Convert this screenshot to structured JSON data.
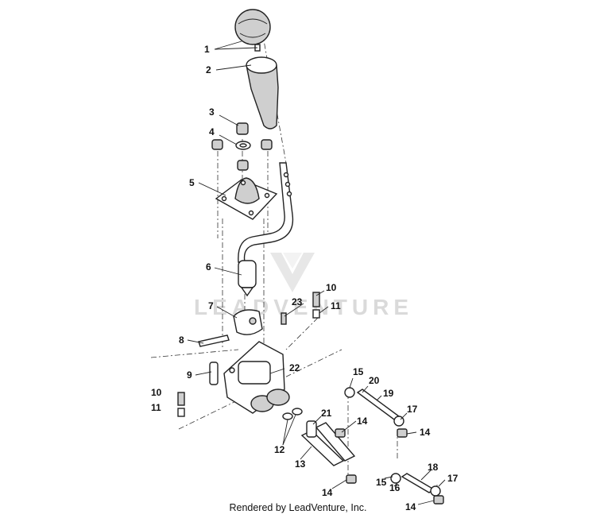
{
  "watermark": {
    "text": "LEADVENTURE"
  },
  "footer": {
    "text": "Rendered by LeadVenture, Inc."
  },
  "callouts": {
    "c1": "1",
    "c2": "2",
    "c3": "3",
    "c4": "4",
    "c5": "5",
    "c6": "6",
    "c7": "7",
    "c8": "8",
    "c9": "9",
    "c10a": "10",
    "c10b": "10",
    "c11a": "11",
    "c11b": "11",
    "c12": "12",
    "c13": "13",
    "c14a": "14",
    "c14b": "14",
    "c14c": "14",
    "c14d": "14",
    "c15a": "15",
    "c15b": "15",
    "c16": "16",
    "c17a": "17",
    "c17b": "17",
    "c18": "18",
    "c19": "19",
    "c20": "20",
    "c21": "21",
    "c22": "22",
    "c23": "23"
  }
}
